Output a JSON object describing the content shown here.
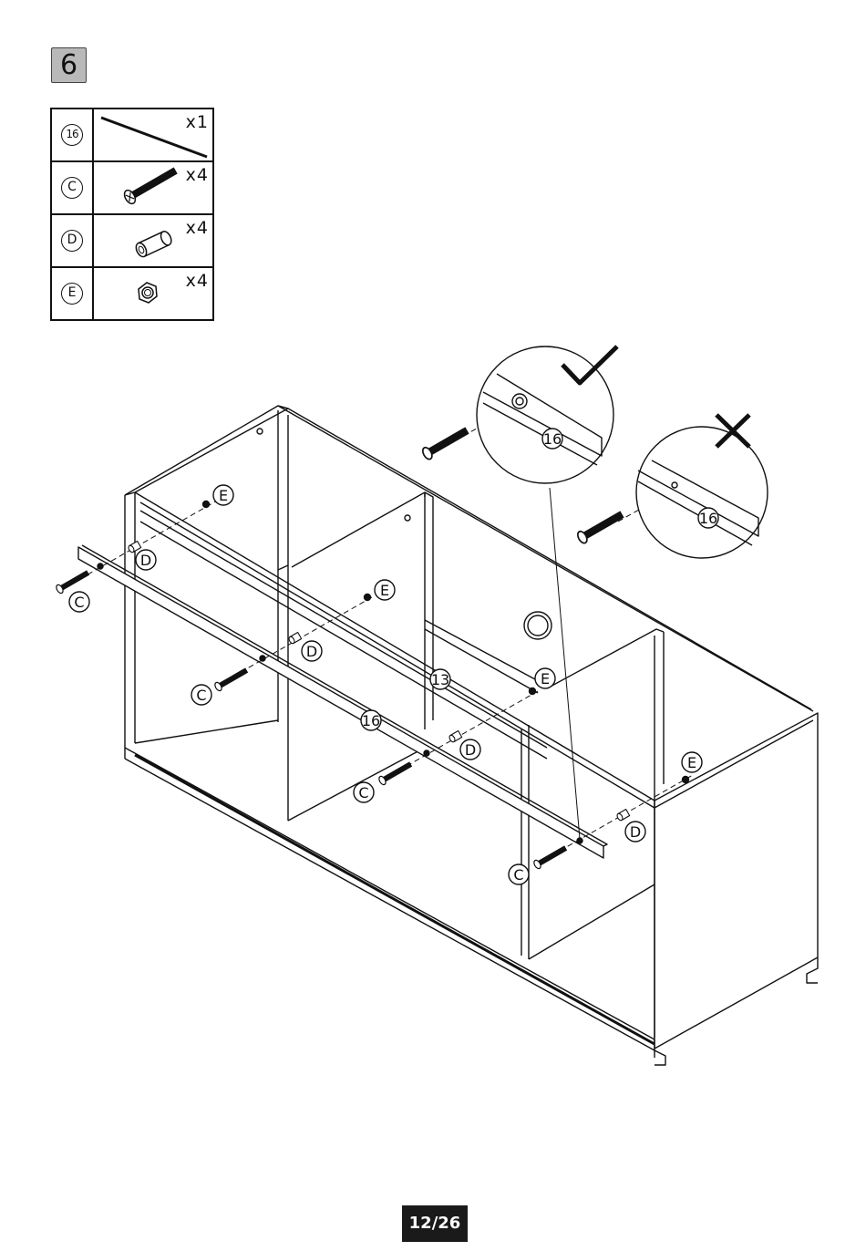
{
  "step": {
    "number": "6"
  },
  "parts": [
    {
      "id": "16",
      "qty": "x1",
      "icon": "panel-strip-icon"
    },
    {
      "id": "C",
      "qty": "x4",
      "icon": "screw-icon"
    },
    {
      "id": "D",
      "qty": "x4",
      "icon": "dowel-icon"
    },
    {
      "id": "E",
      "qty": "x4",
      "icon": "lock-nut-icon"
    }
  ],
  "labels": {
    "panel_13": "13",
    "panel_16": "16",
    "C": "C",
    "D": "D",
    "E": "E"
  },
  "detail": {
    "correct_icon": "checkmark-icon",
    "wrong_icon": "cross-icon",
    "panel": "16"
  },
  "page": {
    "number": "12/26"
  }
}
